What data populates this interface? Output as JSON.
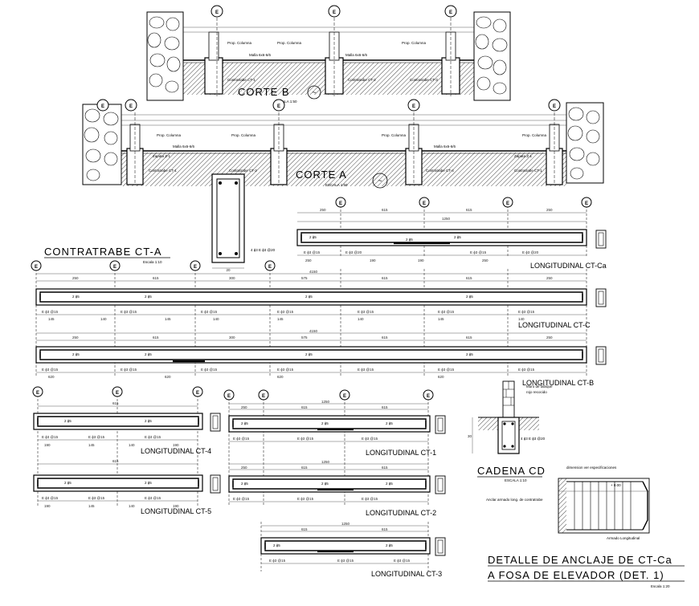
{
  "titles": {
    "corte_b": "CORTE B",
    "corte_a": "CORTE A",
    "corte_b_symbol": "~",
    "corte_a_symbol": "~",
    "escala_corte": "ESCALA 1:50",
    "contratrabe": "CONTRATRABE CT-A",
    "escala_contratrabe": "Escala 1:10",
    "cadena": "CADENA CD",
    "escala_cadena": "ESCALA 1:10",
    "detalle_line1": "DETALLE DE ANCLAJE DE CT-Ca",
    "detalle_line2": "A FOSA DE ELEVADOR (DET. 1)",
    "escala_detalle": "Escala 1:20"
  },
  "longitudinal_labels": {
    "ca": "LONGITUDINAL CT-Ca",
    "c": "LONGITUDINAL CT-C",
    "b": "LONGITUDINAL CT-B",
    "ct4": "LONGITUDINAL CT-4",
    "ct5": "LONGITUDINAL CT-5",
    "ct1": "LONGITUDINAL CT-1",
    "ct2": "LONGITUDINAL CT-2",
    "ct3": "LONGITUDINAL CT-3"
  },
  "axis_letter": "E",
  "section_labels": {
    "prop_columna": "Prop. Columna",
    "malla": "Malla 6x6-6/6",
    "contratrabe_ct1": "Contratrabe CT-1",
    "contratrabe_ct2": "Contratrabe CT-2",
    "contratrabe_ct3": "Contratrabe CT-3",
    "contratrabe_ct4": "Contratrabe CT-4",
    "zapata": "Zapata Z-1",
    "muro_tabique": "Muro de tabique",
    "rojo_recocido": "rojo recocido",
    "varillas_note": "4 ϕ3  E ϕ3 @20",
    "dim_20": "20",
    "dim_30": "30",
    "detail_note_a": "dimension ver especificaciones",
    "detail_note_b": "Anclar armado long. de contratrabe",
    "detail_note_c": "Armado Longitudinal",
    "detail_elev": "+ 0.00"
  },
  "rebar_labels": {
    "top": "2 ϕ5",
    "bottom": "2 ϕ5",
    "stirrup": "E ϕ3 @15",
    "stirrup_b": "E ϕ3 @20"
  },
  "dims": {
    "d1": "250",
    "d2": "615",
    "d3": "300",
    "d4": "575",
    "d5": "190",
    "d6": "1250",
    "d7": "4150",
    "d8": "145",
    "d9": "140",
    "d10": "620"
  }
}
